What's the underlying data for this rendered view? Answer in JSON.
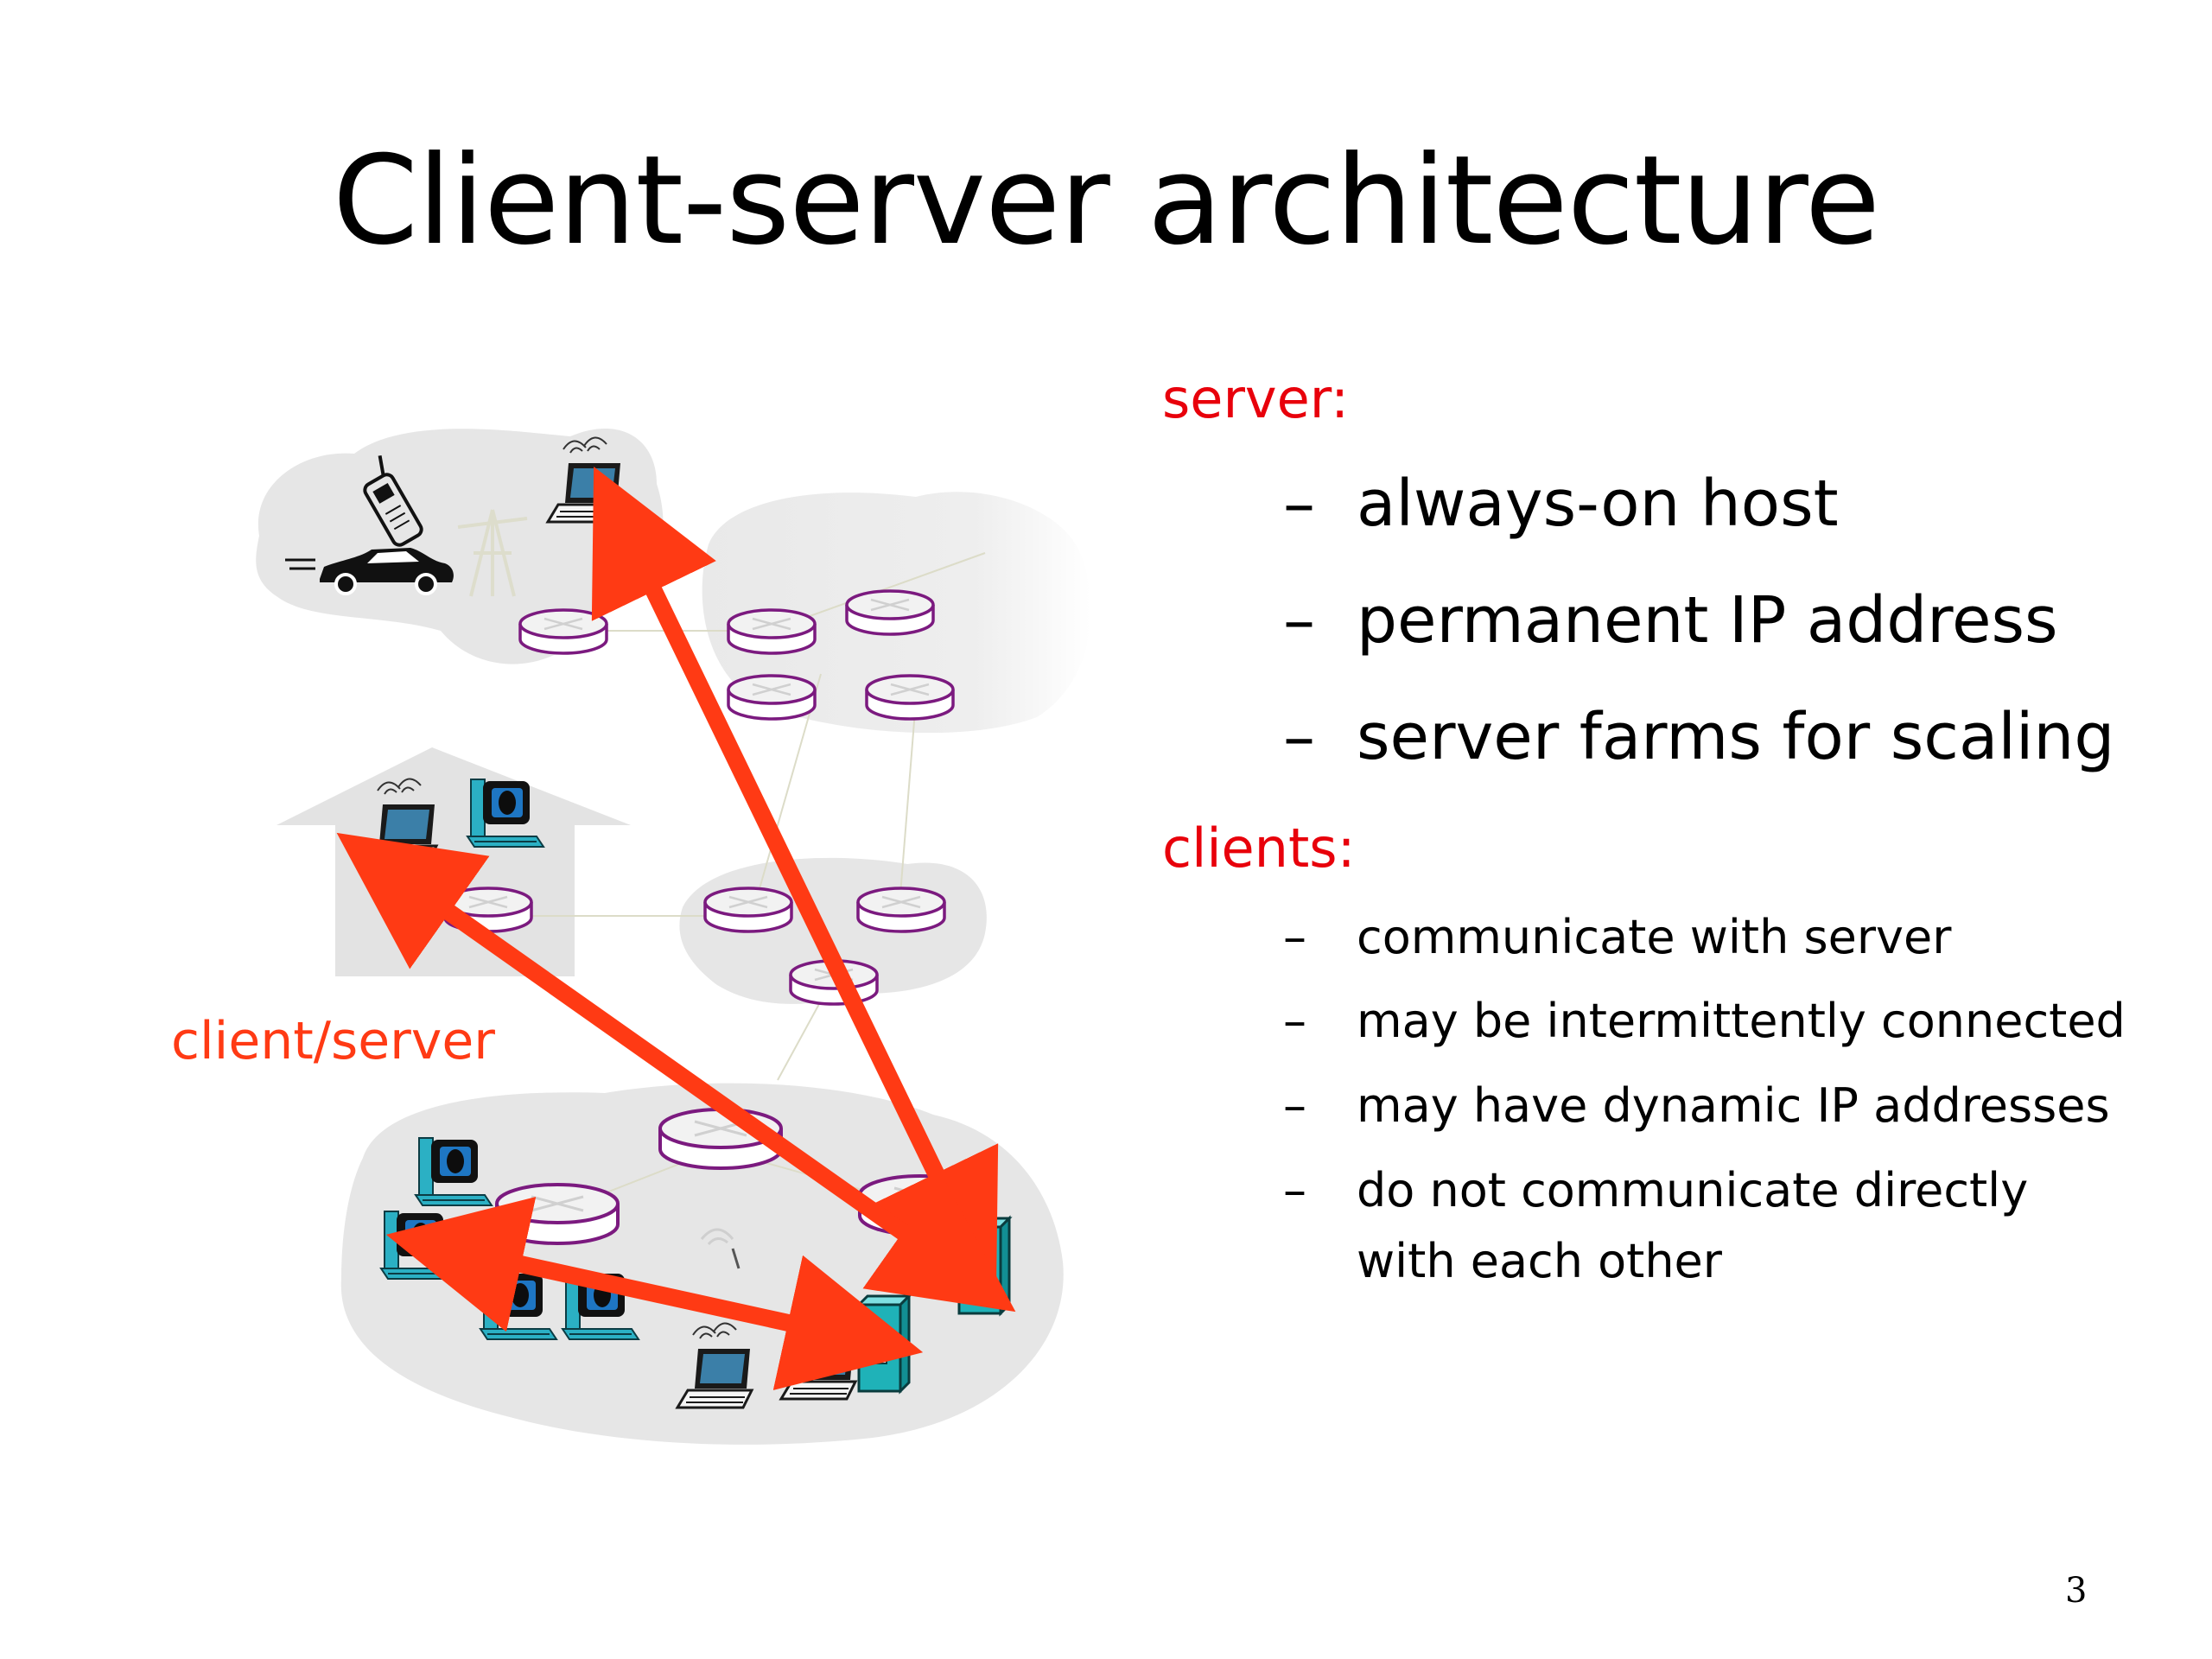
{
  "title": "Client-server architecture",
  "server": {
    "label": "server:",
    "items": [
      "always-on host",
      "permanent IP address",
      "server farms for scaling"
    ]
  },
  "clients": {
    "label": "clients:",
    "items": [
      "communicate with server",
      "may be intermittently connected",
      "may have dynamic IP addresses",
      "do not communicate directly",
      "with each other"
    ]
  },
  "dash": "–",
  "diagram_caption": "client/server",
  "page_number": "3",
  "colors": {
    "label_red": "#e8000b",
    "arrow": "#ff3a14",
    "cloud": "#e6e6e6",
    "router_outline": "#7b1a7f",
    "server_teal": "#1fb2b8"
  },
  "icons": [
    "cell-phone-icon",
    "car-icon",
    "antenna-tower-icon",
    "laptop-icon",
    "desktop-computer-icon",
    "router-icon",
    "server-icon",
    "house-shape"
  ]
}
